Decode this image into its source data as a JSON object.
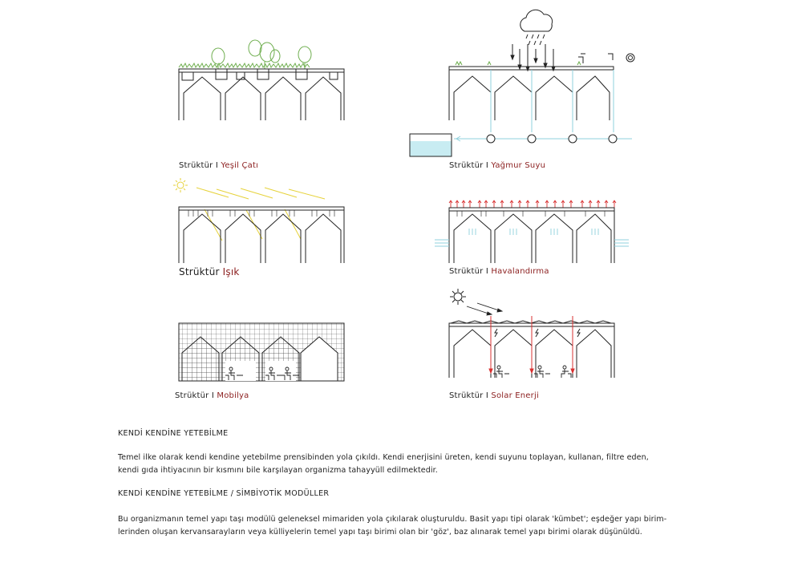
{
  "panels": {
    "green_roof": {
      "prefix": "Strüktür  I ",
      "name": "Yeşil Çatı"
    },
    "rain_water": {
      "prefix": "Strüktür I ",
      "name": "Yağmur Suyu"
    },
    "light": {
      "prefix": "Strüktür ",
      "name": "Işık"
    },
    "ventilation": {
      "prefix": "Strüktür I ",
      "name": "Havalandırma"
    },
    "furniture": {
      "prefix": "Strüktür I ",
      "name": "Mobilya"
    },
    "solar": {
      "prefix": "Strüktür I ",
      "name": "Solar Enerji"
    }
  },
  "text": {
    "heading1": "KENDİ KENDİNE YETEBİLME",
    "para1": [
      "Temel ilke olarak kendi kendine yetebilme prensibinden yola çıkıldı. Kendi enerjisini üreten, kendi suyunu toplayan, kullanan, filtre eden,",
      "kendi gıda ihtiyacının bir kısmını bile karşılayan  organizma tahayyüll edilmektedir."
    ],
    "heading2": "KENDİ KENDİNE YETEBİLME / SİMBİYOTİK MODÜLLER",
    "para2": [
      "Bu organizmanın temel yapı taşı modülü geleneksel mimariden yola çıkılarak oluşturuldu. Basit yapı tipi olarak 'kümbet'; eşdeğer yapı birim-",
      "lerinden oluşan kervansarayların veya külliyelerin temel yapı taşı birimi olan bir 'göz',  baz alınarak temel yapı birimi olarak düşünüldü."
    ]
  },
  "colors": {
    "line": "#222222",
    "accent_red": "#8b1e1e",
    "plant_green": "#6fae4f",
    "water_blue": "#8fd0dc",
    "sun_yellow": "#e6d23a",
    "solar_red": "#d93030"
  },
  "icons": [
    "tree-icon",
    "cloud-rain-icon",
    "sun-icon",
    "person-at-desk-icon",
    "lightning-icon",
    "water-tank-icon",
    "arrow-icon"
  ]
}
